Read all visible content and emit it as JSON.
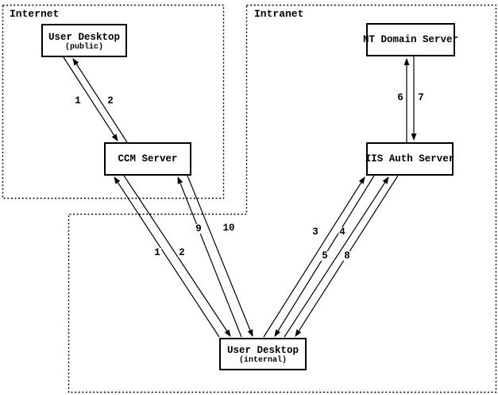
{
  "zones": {
    "internet": {
      "label": "Internet"
    },
    "intranet": {
      "label": "Intranet"
    }
  },
  "nodes": {
    "user_desktop_public": {
      "title": "User Desktop",
      "subtitle": "(public)"
    },
    "ccm_server": {
      "title": "CCM Server"
    },
    "nt_domain_server": {
      "title": "NT Domain Server"
    },
    "iis_auth_server": {
      "title": "IIS Auth Server"
    },
    "user_desktop_internal": {
      "title": "User Desktop",
      "subtitle": "(internal)"
    }
  },
  "edges": [
    {
      "label": "1",
      "from": "user_desktop_public",
      "to": "ccm_server"
    },
    {
      "label": "2",
      "from": "ccm_server",
      "to": "user_desktop_public"
    },
    {
      "label": "1",
      "from": "user_desktop_internal",
      "to": "ccm_server"
    },
    {
      "label": "2",
      "from": "ccm_server",
      "to": "user_desktop_internal"
    },
    {
      "label": "9",
      "from": "user_desktop_internal",
      "to": "ccm_server"
    },
    {
      "label": "10",
      "from": "ccm_server",
      "to": "user_desktop_internal"
    },
    {
      "label": "3",
      "from": "user_desktop_internal",
      "to": "iis_auth_server"
    },
    {
      "label": "4",
      "from": "iis_auth_server",
      "to": "user_desktop_internal"
    },
    {
      "label": "5",
      "from": "user_desktop_internal",
      "to": "iis_auth_server"
    },
    {
      "label": "8",
      "from": "iis_auth_server",
      "to": "user_desktop_internal"
    },
    {
      "label": "6",
      "from": "iis_auth_server",
      "to": "nt_domain_server"
    },
    {
      "label": "7",
      "from": "nt_domain_server",
      "to": "iis_auth_server"
    }
  ],
  "colors": {
    "line": "#000000",
    "background": "#ffffff",
    "text": "#000000"
  }
}
